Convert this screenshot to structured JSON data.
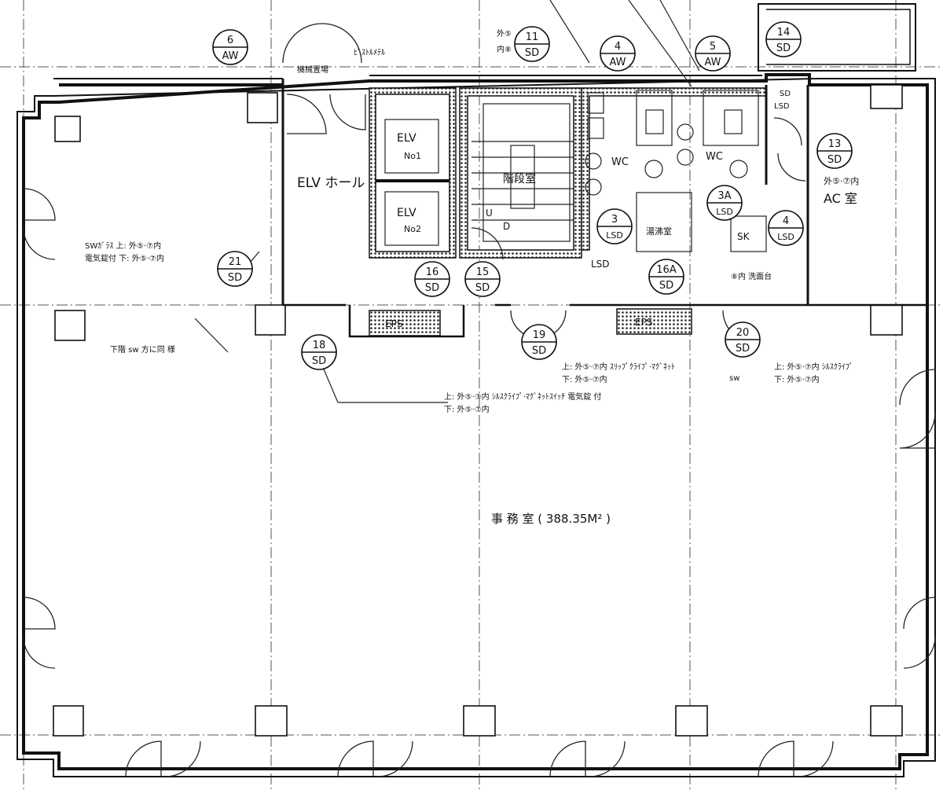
{
  "rooms": {
    "elv_hall": "ELV ホール",
    "elv1_line1": "ELV",
    "elv1_line2": "No1",
    "elv2_line1": "ELV",
    "elv2_line2": "No2",
    "stair": "階段室",
    "wc_left": "WC",
    "wc_right": "WC",
    "pantry": "湯沸室",
    "sk": "SK",
    "ac": "AC 室",
    "eps_left": "EPS",
    "eps_right": "EPS",
    "office": "事 務 室 ( 388.35M² )"
  },
  "doors": [
    {
      "num": "6",
      "type": "AW"
    },
    {
      "num": "11",
      "type": "SD"
    },
    {
      "num": "4",
      "type": "AW"
    },
    {
      "num": "5",
      "type": "AW"
    },
    {
      "num": "14",
      "type": "SD"
    },
    {
      "num": "13",
      "type": "SD"
    },
    {
      "num": "3A",
      "type": "LSD"
    },
    {
      "num": "4",
      "type": "LSD"
    },
    {
      "num": "3",
      "type": "LSD"
    },
    {
      "num": "21",
      "type": "SD"
    },
    {
      "num": "16",
      "type": "SD"
    },
    {
      "num": "15",
      "type": "SD"
    },
    {
      "num": "16A",
      "type": "SD"
    },
    {
      "num": "18",
      "type": "SD"
    },
    {
      "num": "19",
      "type": "SD"
    },
    {
      "num": "20",
      "type": "SD"
    }
  ],
  "notes": {
    "top_stair": "ﾋﾞｽﾄﾙﾒﾃﾙ",
    "roof_label": "機械置場",
    "door14_sub_sd": "SD",
    "door14_sub_lsd": "LSD",
    "lsd_label": "LSD",
    "ac_note": "外⑤·⑦内",
    "note_21_a": "SWｶﾞﾗｽ 上: 外⑤·⑦内",
    "note_21_b": "電気錠付 下: 外⑤·⑦内",
    "note_left_bottom": "下階 sw 方に同 様",
    "note_11": "外⑤",
    "note_11b": "内⑧",
    "note_18_a": "上: 外⑤·⑦内 ｼﾙｽｸﾗｲﾌﾟ·ﾏｸﾞﾈｯﾄｽｲｯﾁ 電気錠 付",
    "note_18_b": "下: 外⑤·⑦内",
    "note_19_a": "上: 外⑤·⑦内 ｽﾘｯﾌﾟｸﾗｲﾌﾟ·ﾏｸﾞﾈｯﾄ",
    "note_19_b": "下: 外⑤·⑦内",
    "note_19_sw": "sw",
    "note_20_a": "上: 外⑤·⑦内 ｼﾙｽｸﾗｲﾌﾟ",
    "note_20_b": "下: 外⑤·⑦内",
    "handwash": "⑧内 洗面台",
    "u_mark": "U",
    "d_mark": "D"
  }
}
